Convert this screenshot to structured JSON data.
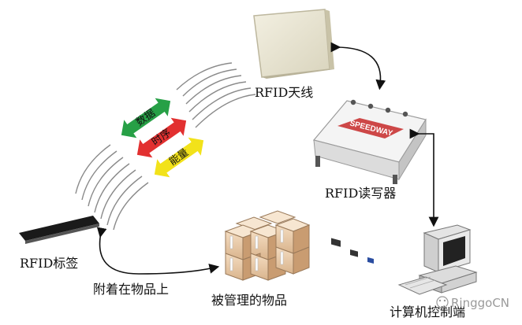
{
  "labels": {
    "antenna": "RFID天线",
    "reader": "RFID读写器",
    "tag": "RFID标签",
    "attached": "附着在物品上",
    "managed_items": "被管理的物品",
    "computer": "计算机控制端"
  },
  "flows": {
    "data": "数据",
    "timing": "时序",
    "energy": "能量"
  },
  "reader_brand": "SPEEDWAY",
  "watermark": "RinggoCN",
  "colors": {
    "data_arrow": "#27a046",
    "timing_arrow": "#e23030",
    "energy_arrow": "#f2e21a"
  }
}
